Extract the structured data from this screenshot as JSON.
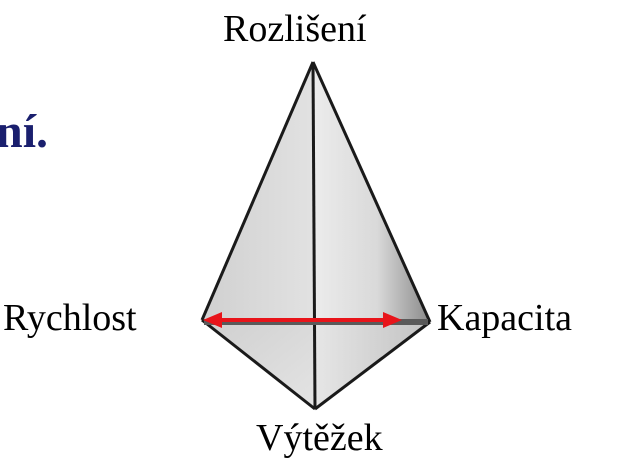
{
  "heading_fragment": "ní.",
  "diagram": {
    "vertices": {
      "top": "Rozlišení",
      "left": "Rychlost",
      "right": "Kapacita",
      "bottom": "Výtěžek"
    },
    "arrow": {
      "from": "Rychlost",
      "to": "Kapacita",
      "direction": "bidirectional",
      "color": "#e8141a"
    },
    "colors": {
      "heading": "#1a1f6e",
      "edge": "#1a1a1a",
      "face_left": "#d4d4d4",
      "face_right_light": "#e6e6e6",
      "face_right_dark": "#8a8a8a"
    }
  }
}
